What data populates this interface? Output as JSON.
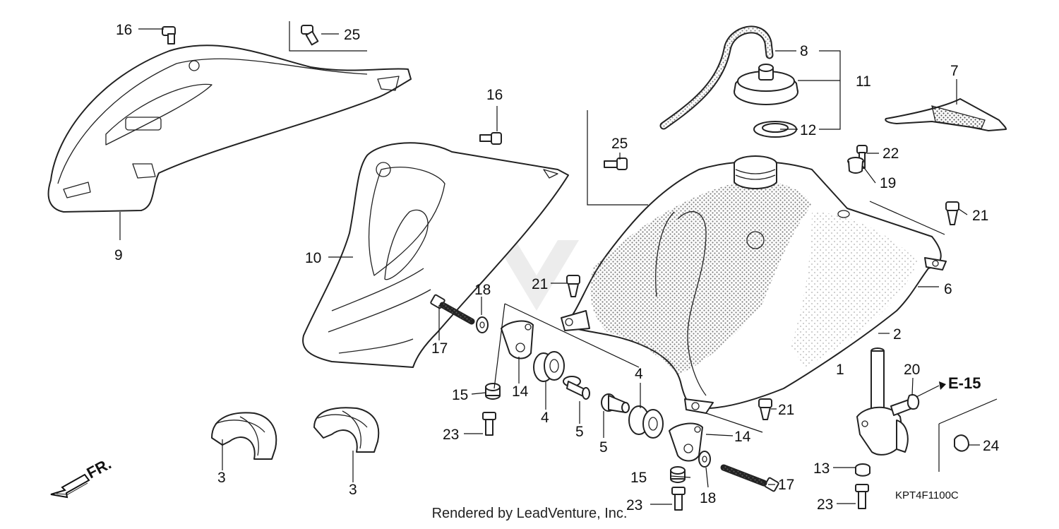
{
  "diagram": {
    "labels": [
      "1",
      "2",
      "3",
      "3",
      "4",
      "4",
      "5",
      "5",
      "6",
      "7",
      "8",
      "9",
      "10",
      "11",
      "12",
      "13",
      "14",
      "14",
      "15",
      "15",
      "16",
      "16",
      "17",
      "17",
      "18",
      "18",
      "19",
      "20",
      "21",
      "21",
      "21",
      "22",
      "23",
      "23",
      "23",
      "24",
      "25",
      "25"
    ],
    "reference": "E-15",
    "direction": "FR.",
    "drawing_code": "KPT4F1100C",
    "footer": "Rendered by LeadVenture, Inc."
  }
}
